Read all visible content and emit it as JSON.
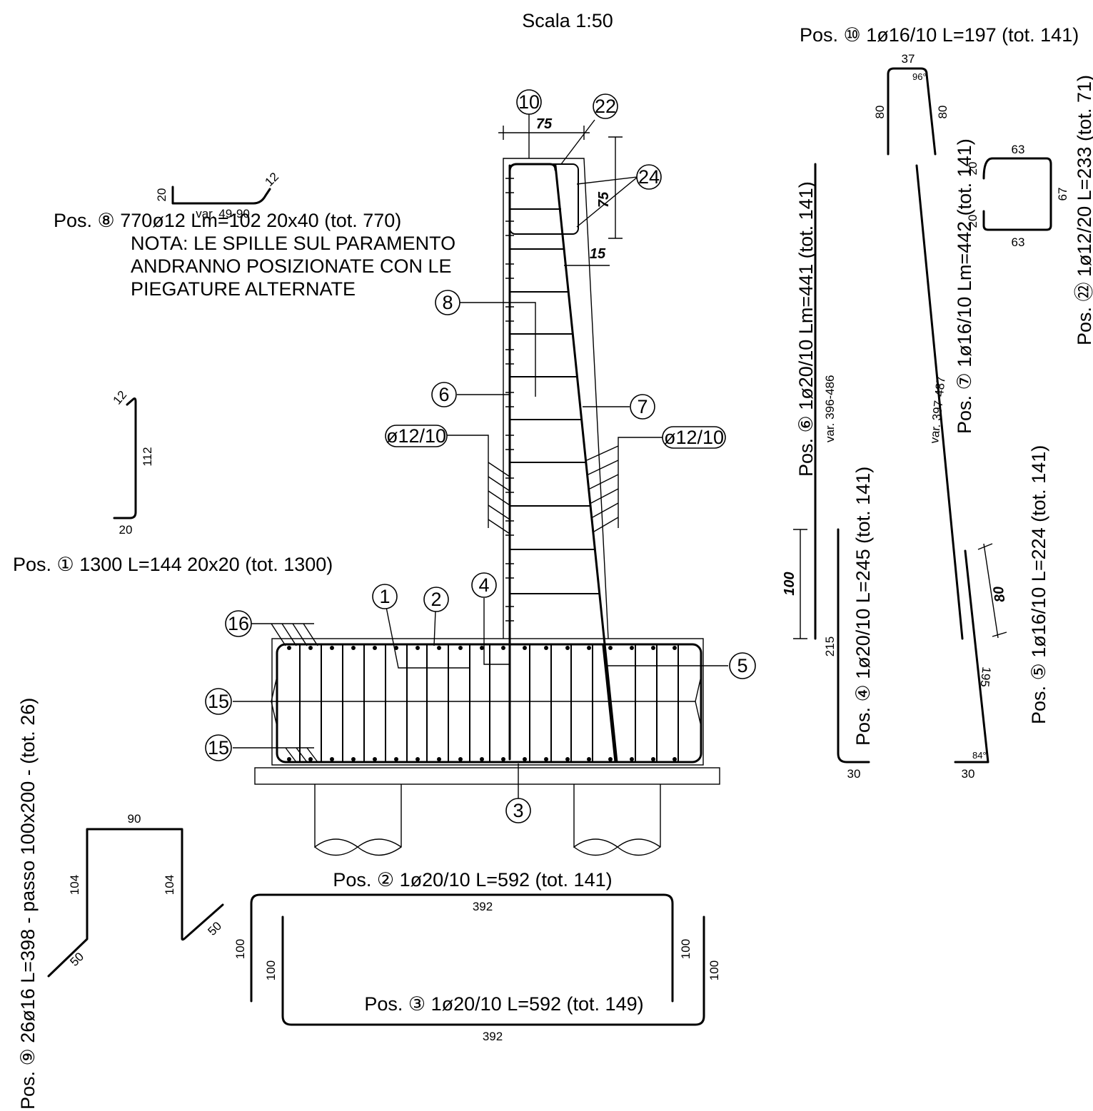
{
  "title": "Scala 1:50",
  "positions": {
    "pos1": {
      "num": "1",
      "text": "Pos. ① 1300 L=144 20x20 (tot. 1300)",
      "dims": [
        "112",
        "20",
        "12"
      ]
    },
    "pos2": {
      "text": "Pos. ② 1ø20/10 L=592 (tot. 141)",
      "dims": [
        "392",
        "100",
        "100"
      ]
    },
    "pos3": {
      "text": "Pos. ③ 1ø20/10 L=592 (tot. 149)",
      "dims": [
        "392",
        "100",
        "100"
      ]
    },
    "pos4": {
      "text": "Pos. ④ 1ø20/10 L=245 (tot. 141)",
      "dims": [
        "215",
        "30"
      ]
    },
    "pos5": {
      "text": "Pos. ⑤ 1ø16/10 L=224 (tot. 141)",
      "dims": [
        "195",
        "30",
        "84°",
        "80"
      ]
    },
    "pos6": {
      "text": "Pos. ⑥ 1ø20/10 Lm=441 (tot. 141)",
      "dims": [
        "var. 396-486",
        "100"
      ]
    },
    "pos7": {
      "text": "Pos. ⑦ 1ø16/10 Lm=442 (tot. 141)",
      "dims": [
        "var. 397-487"
      ]
    },
    "pos8": {
      "text": "Pos. ⑧ 770ø12 Lm=102 20x40 (tot. 770)",
      "dims": [
        "20",
        "12",
        "var. 49-90"
      ],
      "note": [
        "NOTA: LE SPILLE SUL PARAMENTO",
        "ANDRANNO POSIZIONATE CON LE",
        "PIEGATURE ALTERNATE"
      ]
    },
    "pos9": {
      "text": "Pos. ⑨ 26ø16 L=398 - passo 100x200 - (tot. 26)",
      "dims": [
        "90",
        "104",
        "104",
        "50",
        "50"
      ]
    },
    "pos10": {
      "text": "Pos. ⑩ 1ø16/10 L=197 (tot. 141)",
      "dims": [
        "37",
        "96°",
        "80",
        "80"
      ]
    },
    "pos22": {
      "text": "Pos. ㉒ 1ø12/20 L=233 (tot. 71)",
      "dims": [
        "63",
        "63",
        "20",
        "20",
        "67"
      ]
    }
  },
  "section": {
    "callouts": [
      "10",
      "22",
      "24",
      "8",
      "6",
      "7",
      "1",
      "2",
      "4",
      "16",
      "5",
      "15",
      "15",
      "3"
    ],
    "dims": [
      "75",
      "75",
      "15"
    ],
    "stirrup_left": "ø12/10",
    "stirrup_right": "ø12/10"
  }
}
